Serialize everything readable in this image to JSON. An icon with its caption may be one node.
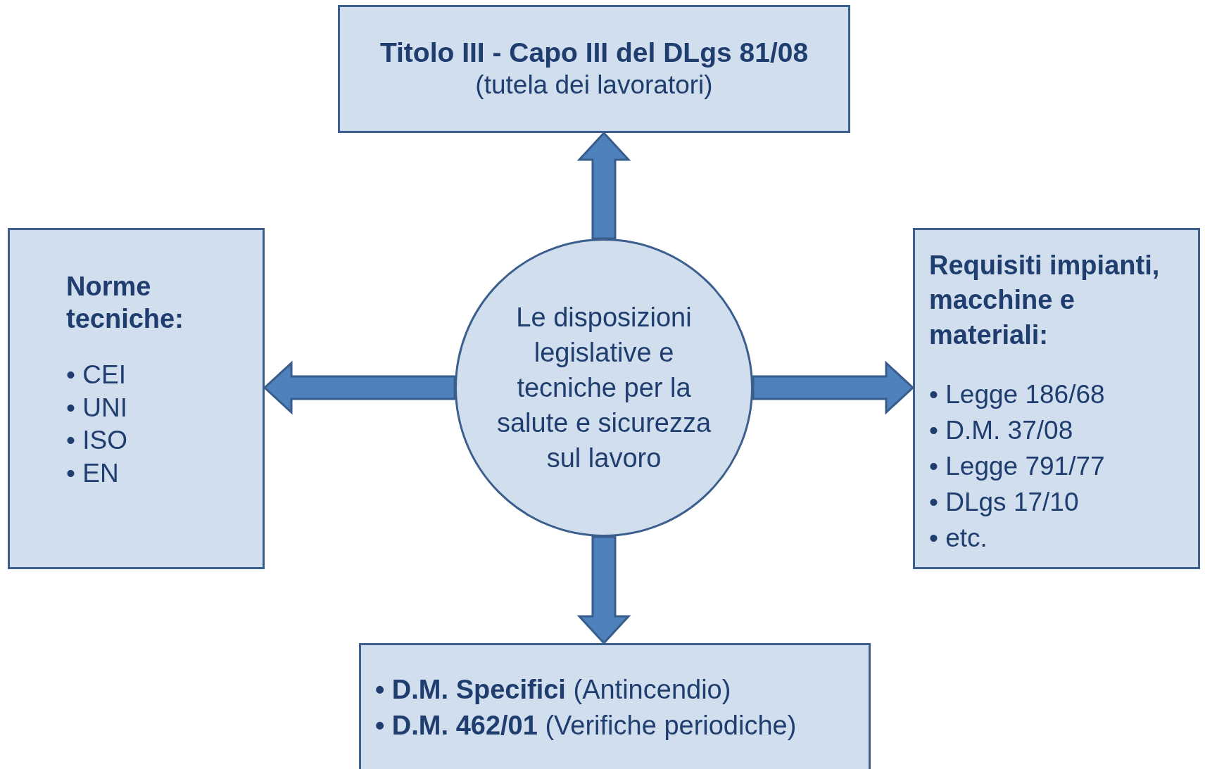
{
  "diagram": {
    "nodes": [
      {
        "text": [
          "Titolo III  -  Capo III del DLgs 81/08",
          "(tutela dei lavoratori)"
        ]
      },
      {
        "text": [
          "Norme tecniche:",
          "• CEI",
          "• UNI",
          "• ISO",
          "• EN"
        ]
      },
      {
        "text": [
          "Le disposizioni legislative e tecniche per la salute e sicurezza sul lavoro"
        ]
      },
      {
        "text": [
          "Requisiti impianti, macchine e materiali:",
          "• Legge 186/68",
          "• D.M. 37/08",
          "• Legge 791/77",
          "• DLgs 17/10",
          "• etc."
        ]
      },
      {
        "text": [
          "**• D.M. Specifici** (Antincendio)",
          "**• D.M. 462/01** (Verifiche periodiche)"
        ]
      }
    ],
    "edges": [
      {
        "from": 2,
        "to": 0,
        "arrow": "to"
      },
      {
        "from": 2,
        "to": 1,
        "arrow": "to"
      },
      {
        "from": 2,
        "to": 3,
        "arrow": "to"
      },
      {
        "from": 2,
        "to": 4,
        "arrow": "to"
      }
    ]
  }
}
